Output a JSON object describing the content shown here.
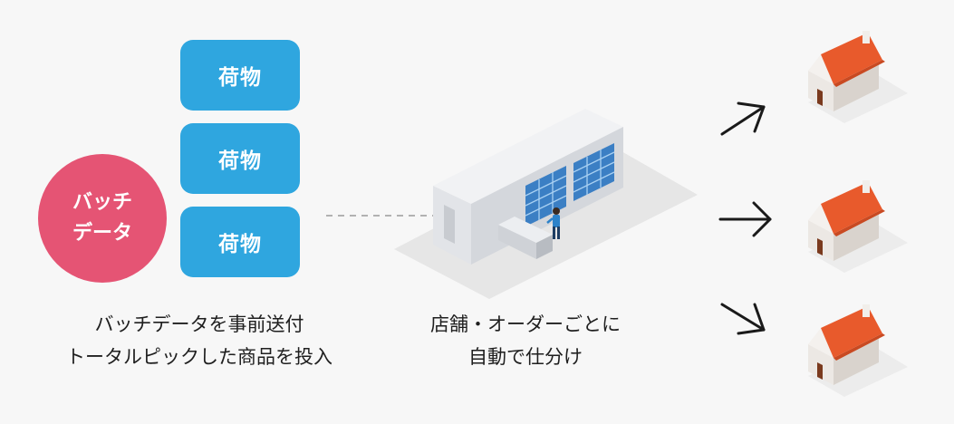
{
  "cargo_boxes": [
    {
      "label": "荷物"
    },
    {
      "label": "荷物"
    },
    {
      "label": "荷物"
    }
  ],
  "batch_circle": {
    "line1": "バッチ",
    "line2": "データ"
  },
  "left_caption": {
    "line1": "バッチデータを事前送付",
    "line2": "トータルピックした商品を投入"
  },
  "center_caption": {
    "line1": "店舗・オーダーごとに",
    "line2": "自動で仕分け"
  },
  "colors": {
    "cargo": "#2fa6df",
    "batch": "#e55474",
    "roof": "#e85a2c",
    "background": "#f7f7f7"
  },
  "icons": [
    "sorting-machine-illustration",
    "arrow-icon",
    "house-icon"
  ]
}
